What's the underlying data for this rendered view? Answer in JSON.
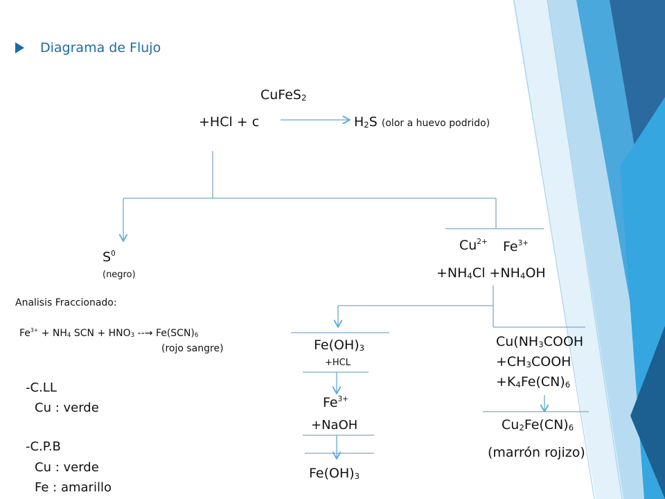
{
  "title": "Diagrama de Flujo",
  "start": {
    "formula": "CuFeS",
    "sub": "2"
  },
  "reagent1": "+HCl + c",
  "product": {
    "h": "H",
    "sub": "2",
    "s": "S",
    "note": "(olor a huevo podrido)"
  },
  "left": {
    "s": "S",
    "sup": "0",
    "note": "(negro)"
  },
  "cations": {
    "cu": "Cu",
    "cu_sup": "2+",
    "fe": "Fe",
    "fe_sup": "3+"
  },
  "reagent2": {
    "a": "+NH",
    "a_sub": "4",
    "b": "Cl +NH",
    "b_sub": "4",
    "c": "OH"
  },
  "fraccionado": {
    "heading": "Analisis Fraccionado:",
    "fe": "Fe",
    "fe_sup": "3+",
    "eq_a": " + NH",
    "eq_a_sub": "4",
    "eq_b": "SCN + HNO",
    "eq_b_sub": "3",
    "eq_arrow": " --→ ",
    "eq_c": "Fe(SCN)",
    "eq_c_sub": "6",
    "note": "(rojo sangre)"
  },
  "cll": {
    "label": "-C.LL",
    "cu": "Cu : verde"
  },
  "cpb": {
    "label": "-C.P.B",
    "cu": "Cu  : verde",
    "fe": "Fe  : amarillo"
  },
  "mid": {
    "feoh": "Fe(OH)",
    "feoh_sub": "3",
    "hcl": "+HCL",
    "fe": "Fe",
    "fe_sup": "3+",
    "naoh": "+NaOH",
    "feoh2": "Fe(OH)",
    "feoh2_sub": "3"
  },
  "right": {
    "a1": "Cu(NH",
    "a1_sub": "3",
    "a2": "COOH",
    "b1": "+CH",
    "b1_sub": "3",
    "b2": "COOH",
    "c1": "+K",
    "c1_sub": "4",
    "c2": "Fe(CN)",
    "c2_sub": "6",
    "d1": "Cu",
    "d1_sub": "2",
    "d2": "Fe(CN)",
    "d2_sub": "6",
    "note": "(marrón rojizo)"
  },
  "colors": {
    "accent": "#1d6aa8",
    "line": "#7fa8c9",
    "arrow": "#5fa9d8",
    "deco_dark": "#2a6a9e",
    "deco_light": "#4aa8dc"
  }
}
